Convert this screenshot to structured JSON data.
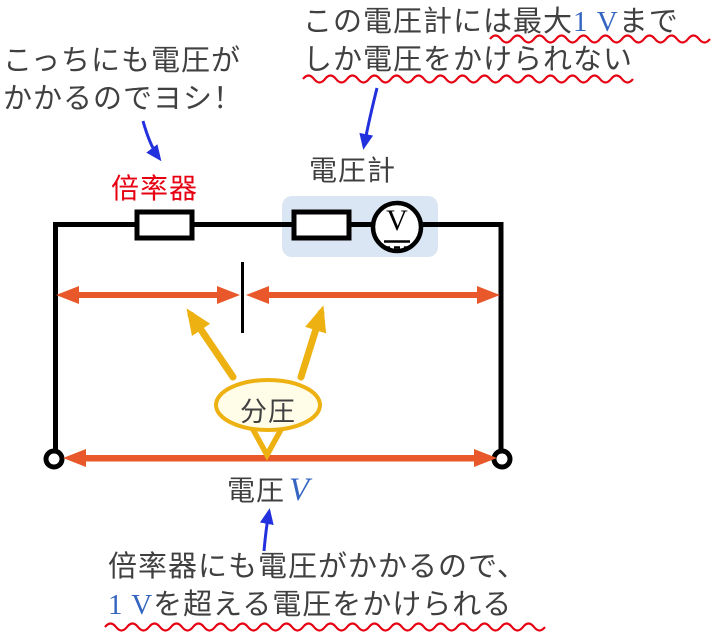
{
  "colors": {
    "text": "#404040",
    "red": "#e60012",
    "orange": "#e8582b",
    "gold": "#edb111",
    "gold_fill": "#fffde8",
    "blue": "#2230dd",
    "math": "#3465c0",
    "box_blue": "#dbe6f4",
    "black": "#000000"
  },
  "notes": {
    "top_left": {
      "line1": "こっちにも電圧が",
      "line2": "かかるのでヨシ！"
    },
    "top_right": {
      "line1_pre": "この電圧計には最大",
      "line1_value": "1 V",
      "line1_post": "まで",
      "line2": "しか電圧をかけられない"
    },
    "bottom": {
      "line1": "倍率器にも電圧がかかるので、",
      "line2_value": "1 V",
      "line2_post": "を超える電圧をかけられる"
    }
  },
  "labels": {
    "multiplier": "倍率器",
    "voltmeter": "電圧計",
    "division": "分圧",
    "voltage_pre": "電圧",
    "voltage_symbol": "V",
    "meter_glyph": "V"
  }
}
